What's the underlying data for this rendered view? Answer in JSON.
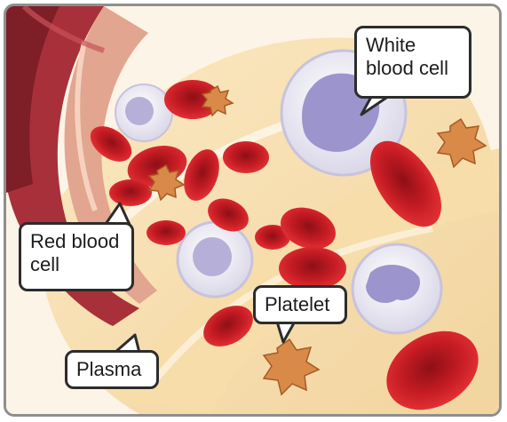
{
  "labels": {
    "white_blood_cell": [
      "White",
      "blood cell"
    ],
    "red_blood_cell": [
      "Red blood",
      "cell"
    ],
    "platelet": "Platelet",
    "plasma": "Plasma"
  },
  "colors": {
    "vessel_wall": "#a8303a",
    "vessel_inner": "#e8b5a0",
    "plasma": "#f3d9a4",
    "red_cell": "#d3222a",
    "red_cell_dark": "#8e0f16",
    "white_cell": "#e6e4f0",
    "white_nucleus": "#9c94cc",
    "platelet": "#d98a48"
  }
}
